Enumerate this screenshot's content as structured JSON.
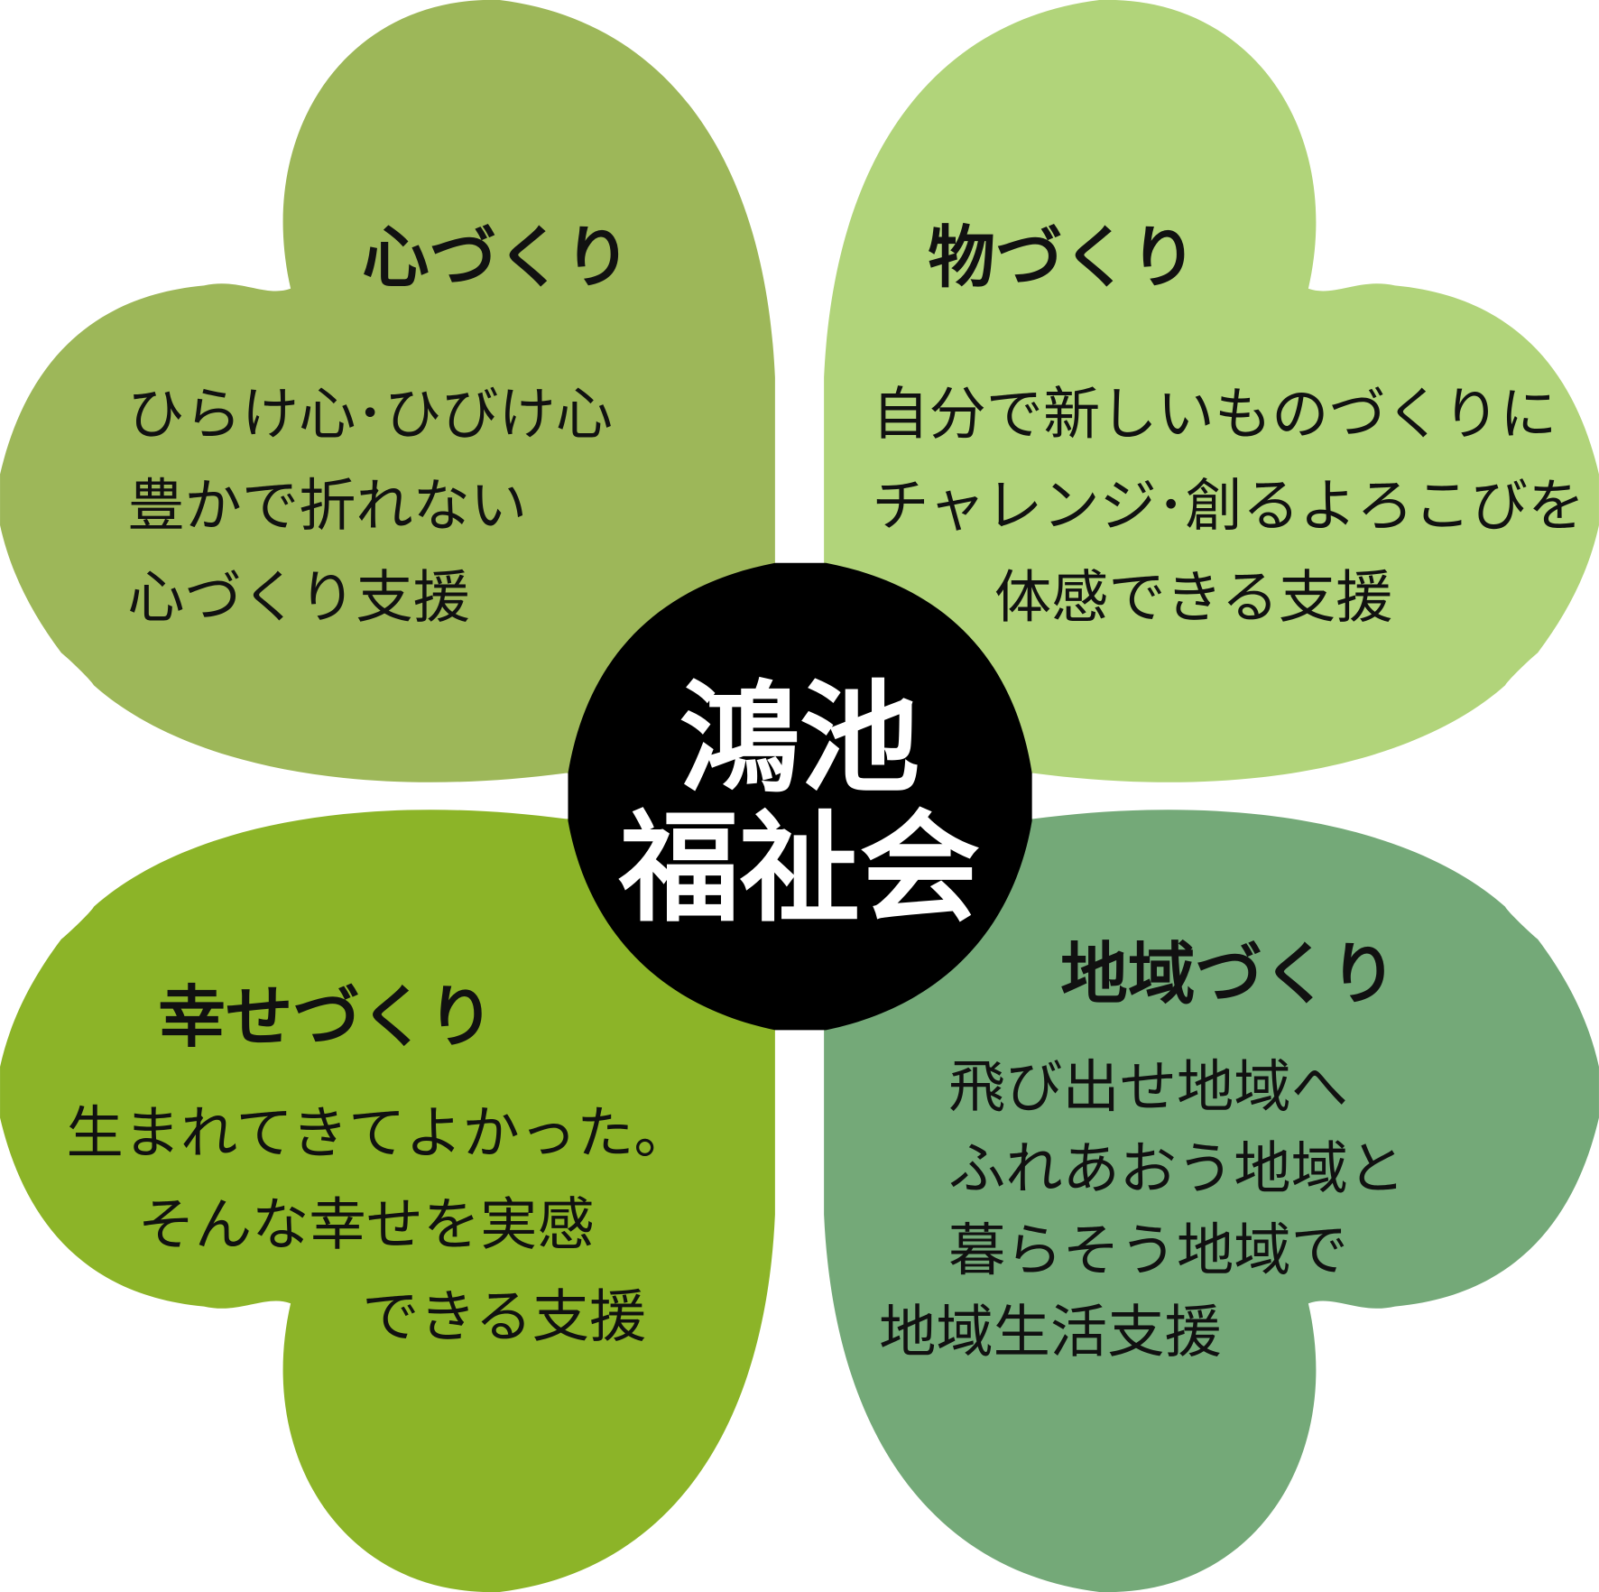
{
  "center": {
    "line1": "鴻池",
    "line2": "福祉会",
    "color": "#000000"
  },
  "petals": [
    {
      "title": "心づくり",
      "lines": [
        "ひらけ心･ひびけ心",
        "豊かで折れない",
        "心づくり支援"
      ],
      "color": "#9db759"
    },
    {
      "title": "物づくり",
      "lines": [
        "自分で新しいものづくりに",
        "チャレンジ･創るよろこびを",
        "体感できる支援"
      ],
      "color": "#b1d47a"
    },
    {
      "title": "幸せづくり",
      "lines": [
        "生まれてきてよかった。",
        "そんな幸せを実感",
        "できる支援"
      ],
      "color": "#8cb428"
    },
    {
      "title": "地域づくり",
      "lines": [
        "飛び出せ地域へ",
        "ふれあおう地域と",
        "暮らそう地域で",
        "地域生活支援"
      ],
      "color": "#74a978"
    }
  ]
}
